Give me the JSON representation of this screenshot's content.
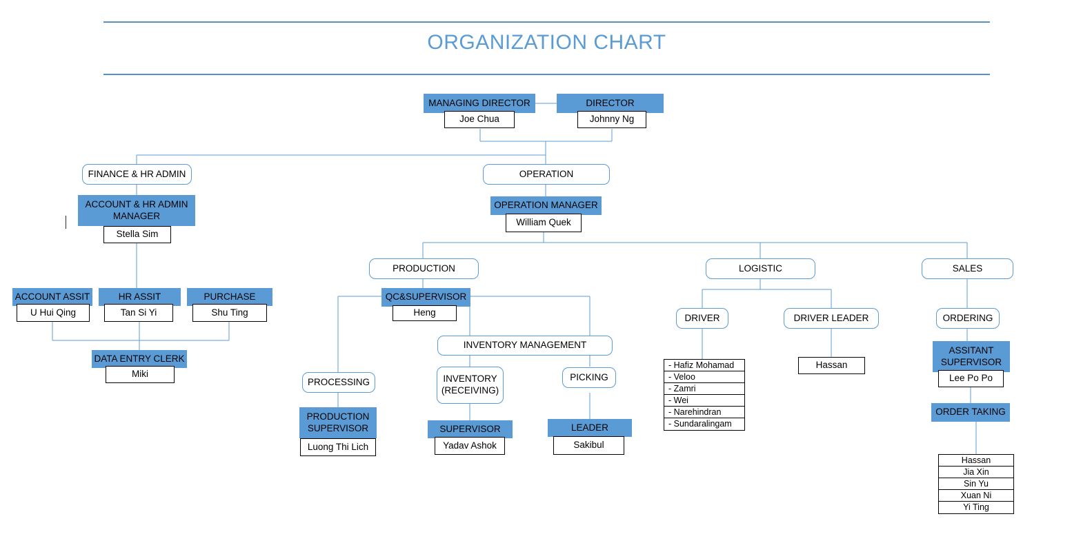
{
  "header": {
    "title": "ORGANIZATION CHART",
    "accent_color": "#5b9bd5",
    "rule_color": "#5590c9"
  },
  "colors": {
    "blue_fill": "#5b9bd5",
    "blue_outline": "#5b9bd5",
    "name_border": "#000000",
    "connector": "#5b9bd5"
  },
  "nodes": {
    "managing_director": {
      "label": "MANAGING DIRECTOR",
      "name": "Joe Chua"
    },
    "director": {
      "label": "DIRECTOR",
      "name": "Johnny Ng"
    },
    "finance_hr_admin": {
      "label": "FINANCE & HR ADMIN"
    },
    "account_hr_admin_manager": {
      "label": "ACCOUNT & HR ADMIN MANAGER",
      "name": "Stella Sim"
    },
    "account_assit": {
      "label": "ACCOUNT ASSIT",
      "name": "U Hui Qing"
    },
    "hr_assit": {
      "label": "HR ASSIT",
      "name": "Tan Si Yi"
    },
    "purchase": {
      "label": "PURCHASE",
      "name": "Shu Ting"
    },
    "data_entry_clerk": {
      "label": "DATA ENTRY CLERK",
      "name": "Miki"
    },
    "operation": {
      "label": "OPERATION"
    },
    "operation_manager": {
      "label": "OPERATION MANAGER",
      "name": "William Quek"
    },
    "production": {
      "label": "PRODUCTION"
    },
    "qc_supervisor": {
      "label": "QC&SUPERVISOR",
      "name": "Heng"
    },
    "inventory_management": {
      "label": "INVENTORY MANAGEMENT"
    },
    "processing": {
      "label": "PROCESSING"
    },
    "production_supervisor": {
      "label": "PRODUCTION SUPERVISOR",
      "name": "Luong Thi Lich"
    },
    "inventory_receiving": {
      "label": "INVENTORY\n(RECEIVING)"
    },
    "supervisor": {
      "label": "SUPERVISOR",
      "name": "Yadav Ashok"
    },
    "picking": {
      "label": "PICKING"
    },
    "leader": {
      "label": "LEADER",
      "name": "Sakibul"
    },
    "logistic": {
      "label": "LOGISTIC"
    },
    "driver": {
      "label": "DRIVER"
    },
    "driver_leader": {
      "label": "DRIVER LEADER",
      "name": "Hassan"
    },
    "sales": {
      "label": "SALES"
    },
    "ordering": {
      "label": "ORDERING"
    },
    "assitant_supervisor": {
      "label": "ASSITANT SUPERVISOR",
      "name": "Lee Po Po"
    },
    "order_taking": {
      "label": "ORDER TAKING"
    }
  },
  "lists": {
    "drivers": [
      "- Hafiz Mohamad",
      "- Veloo",
      "- Zamri",
      "- Wei",
      "- Narehindran",
      "- Sundaralingam"
    ],
    "order_takers": [
      "Hassan",
      "Jia Xin",
      "Sin Yu",
      "Xuan Ni",
      "Yi Ting"
    ]
  }
}
